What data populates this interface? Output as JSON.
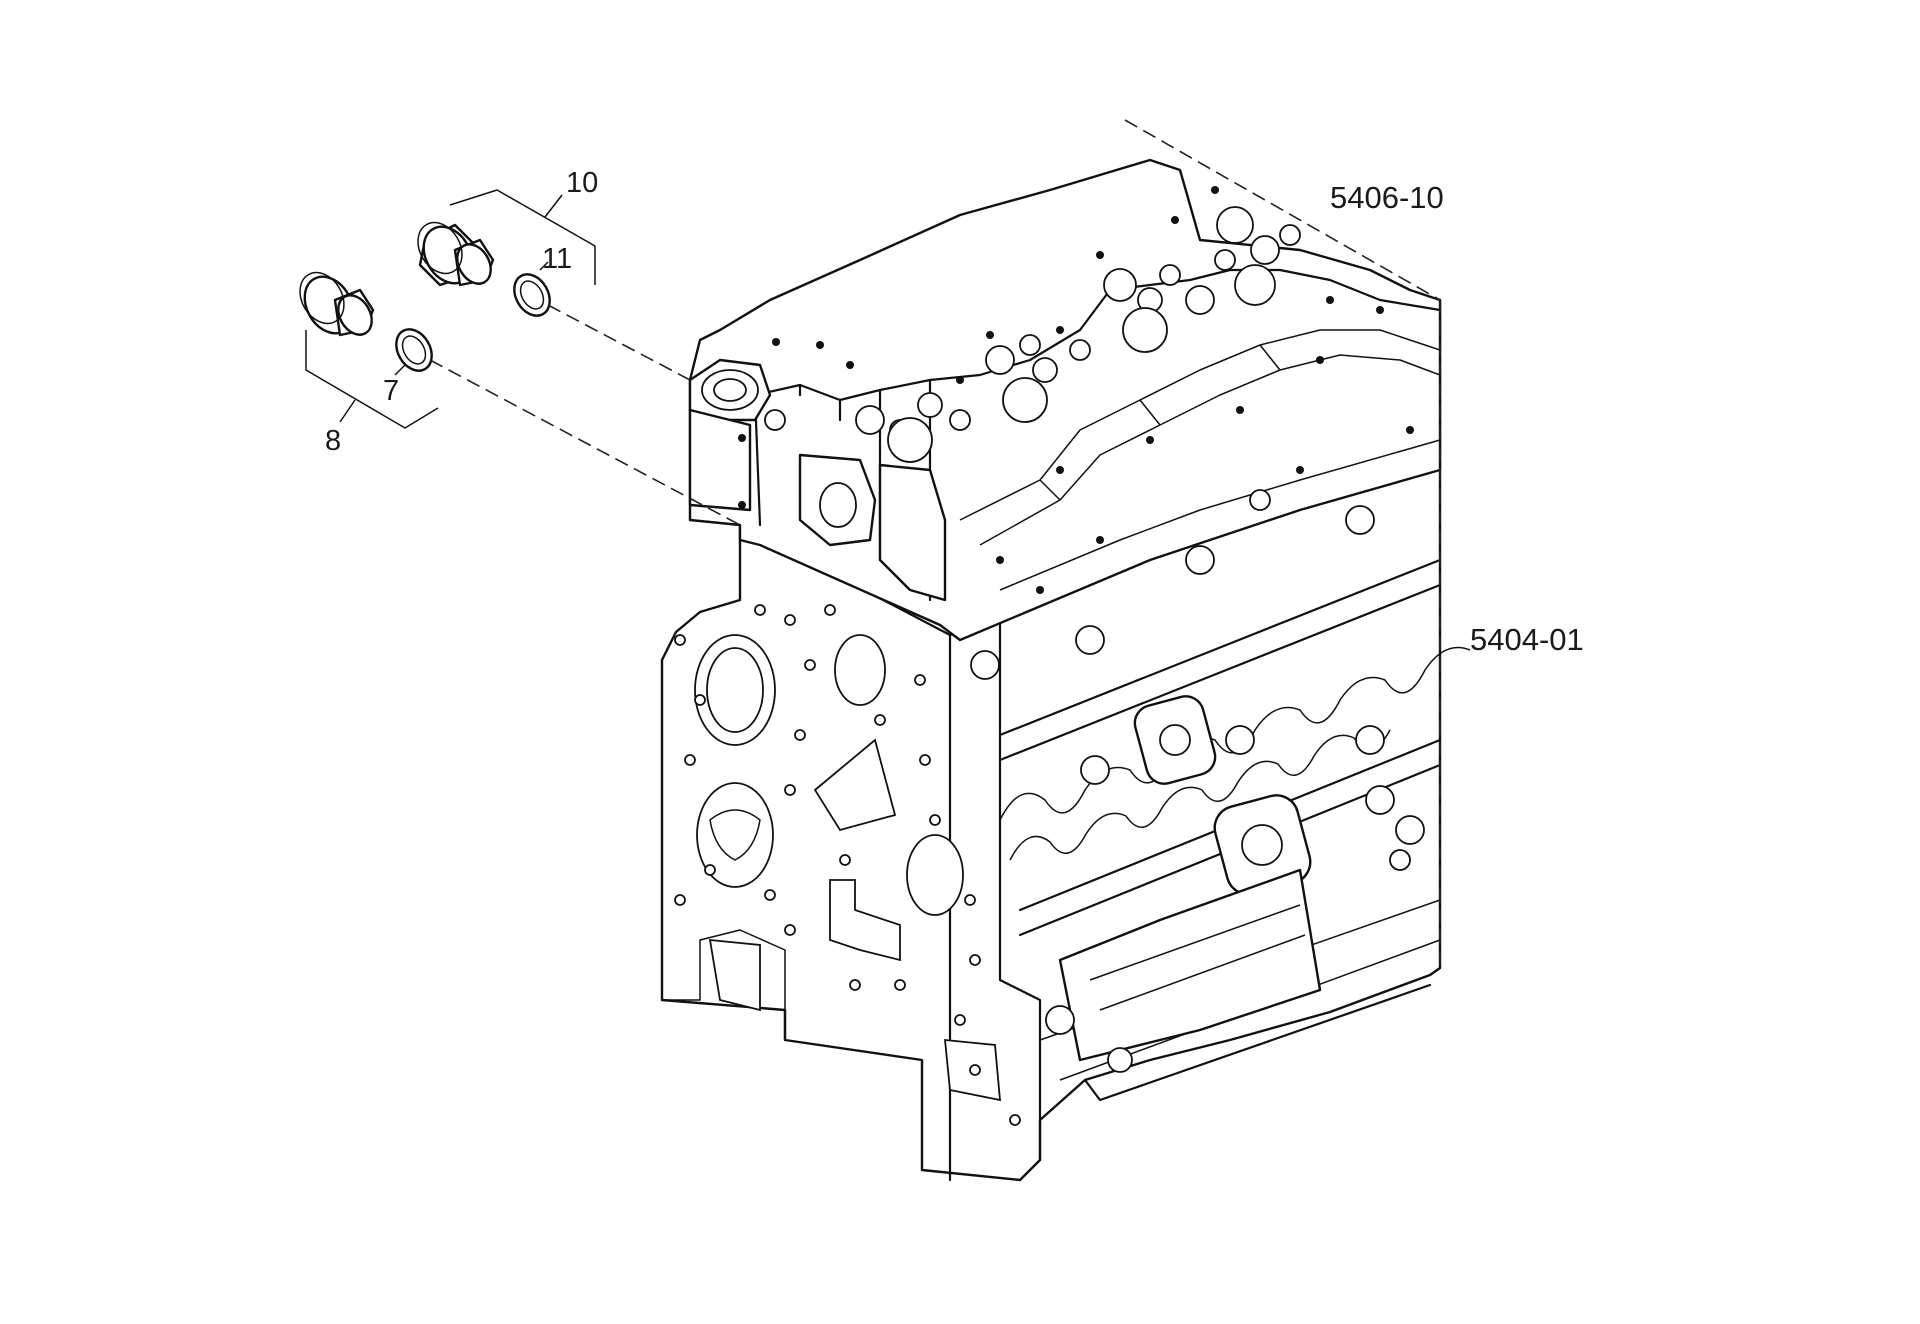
{
  "callouts": {
    "item_10": "10",
    "item_11": "11",
    "item_7": "7",
    "item_8": "8"
  },
  "references": {
    "cylinder_head": "5406-10",
    "engine_block": "5404-01"
  }
}
